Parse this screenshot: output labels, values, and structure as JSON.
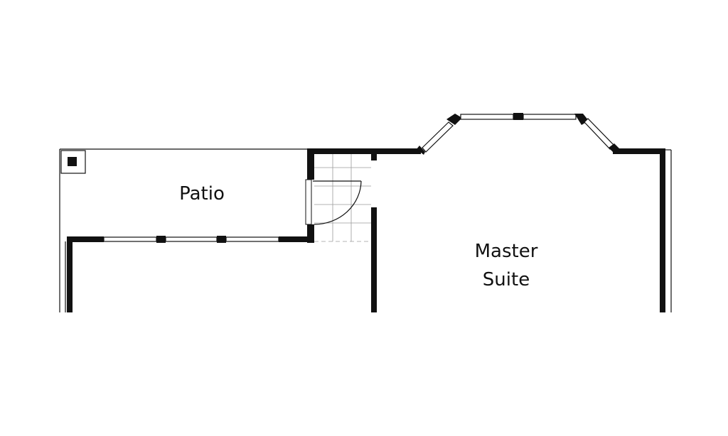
{
  "plan": {
    "rooms": [
      {
        "id": "patio",
        "label": "Patio"
      },
      {
        "id": "master-suite",
        "label_lines": [
          "Master",
          "Suite"
        ]
      }
    ]
  },
  "colors": {
    "wall": "#111111",
    "background": "#ffffff",
    "tile_grid": "#9a9a9a"
  }
}
